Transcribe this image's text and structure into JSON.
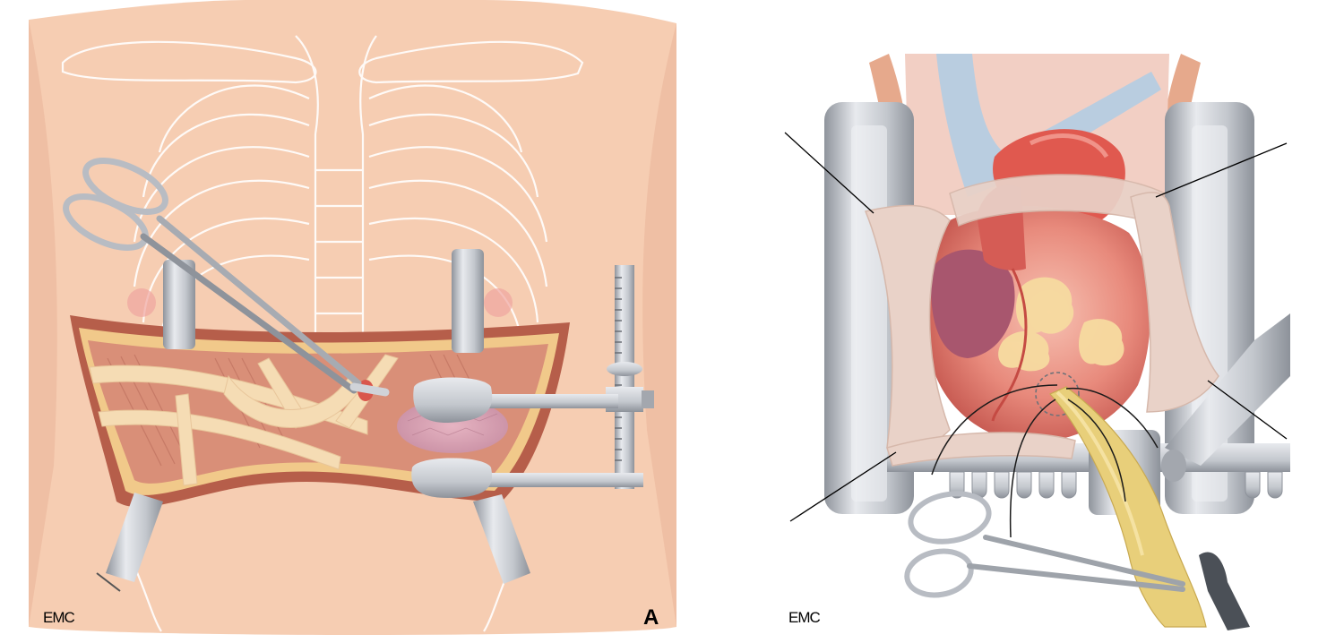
{
  "figure": {
    "panel_letter": "A",
    "watermark_left": "EMC",
    "watermark_right": "EMC"
  },
  "colors": {
    "skin": "#f6cdb2",
    "skin_shadow": "#e9b599",
    "rib_outline": "#ffffff",
    "muscle": "#d98f78",
    "bone": "#f5dcb4",
    "steel": "#c9ccd1",
    "steel_dark": "#9da2aa",
    "heart": "#e07a6f",
    "pericardium": "#e9d2c8",
    "vena": "#b9cde0",
    "drain": "#e8cf7a"
  }
}
